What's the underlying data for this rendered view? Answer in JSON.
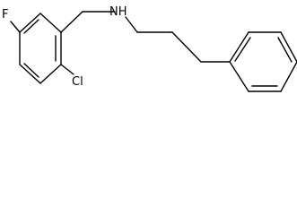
{
  "molecule": {
    "atoms": {
      "fluorine": "F",
      "chlorine": "Cl",
      "nitrogen": "NH"
    }
  }
}
